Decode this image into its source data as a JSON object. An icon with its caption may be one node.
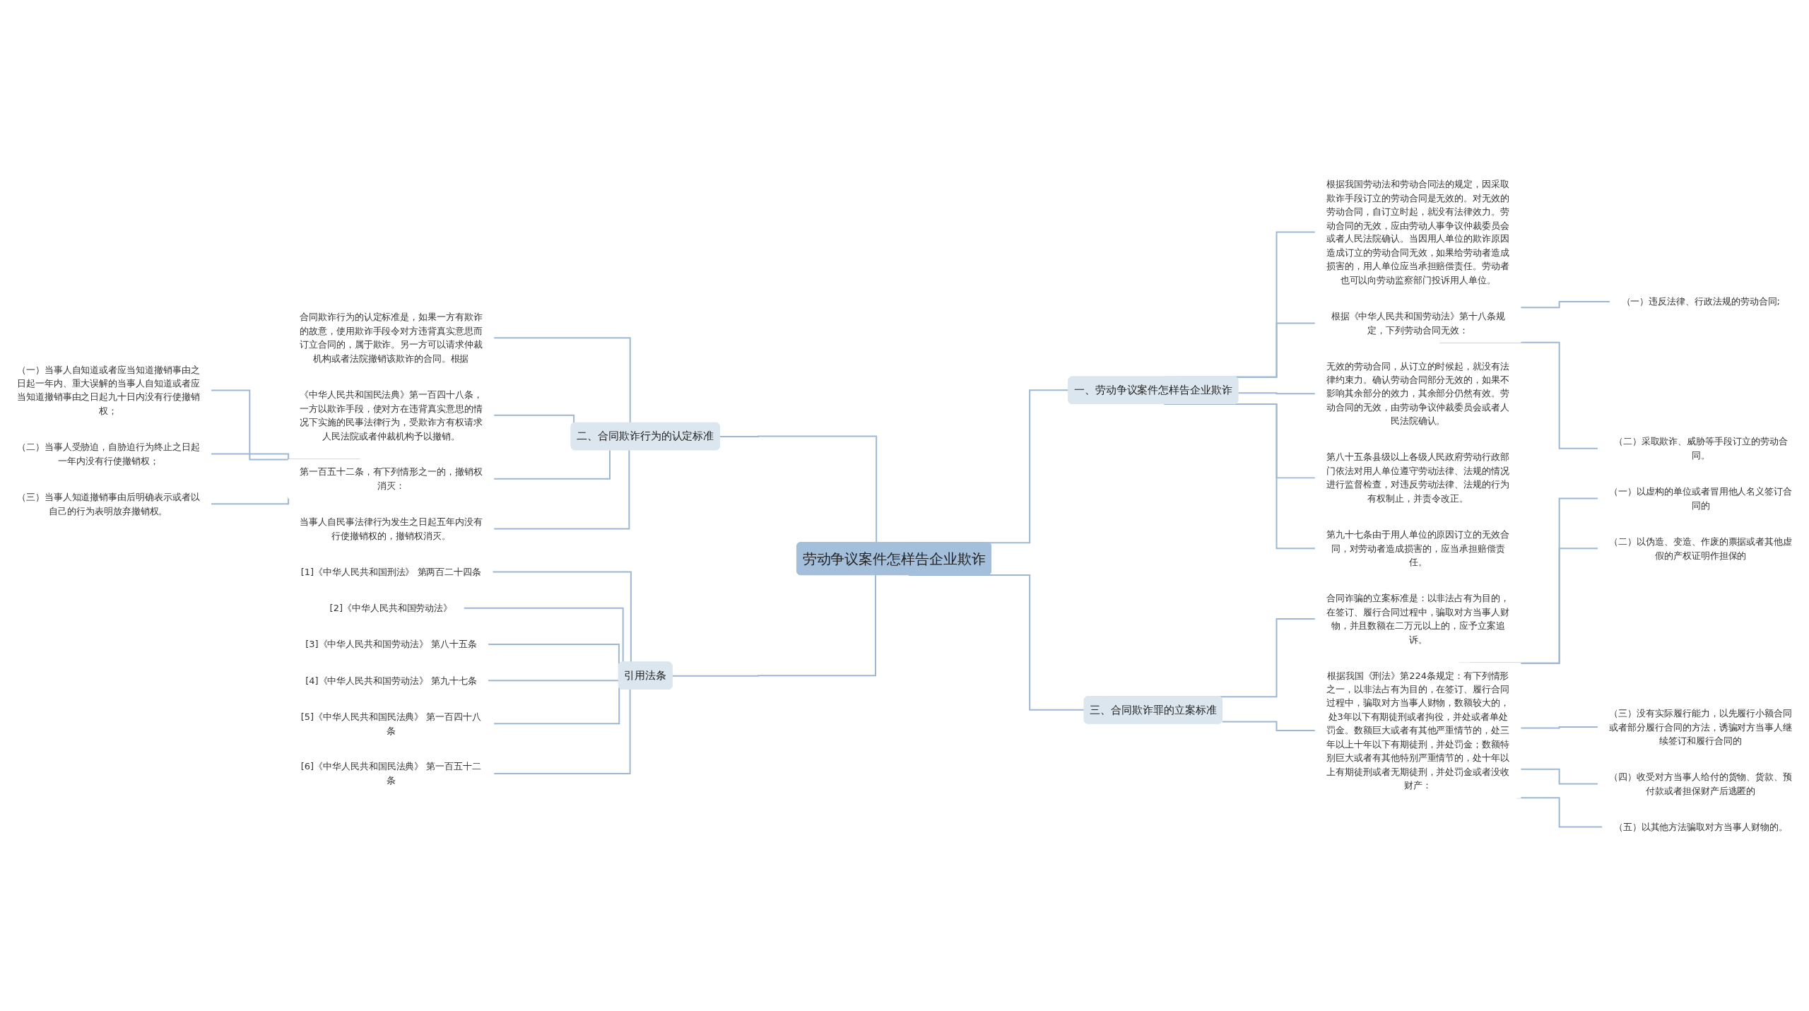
{
  "diagram": {
    "nodes": [
      {
        "text": [
          "劳动争议案件怎样告企业欺诈"
        ]
      },
      {
        "text": [
          "一、劳动争议案件怎样告企业欺诈"
        ]
      },
      {
        "text": [
          "根据我国劳动法和劳动合同法的规定，因采取欺诈手段订立的劳动合同是无效的。对无效的劳动合同，自订立时起，就没有法律效力。劳动合同的无效，应由劳动人事争议仲裁委员会或者人民法院确认。当因用人单位的欺诈原因造成订立的劳动合同无效，如果给劳动者造成损害的，用人单位应当承担赔偿责任。劳动者也可以向劳动监察部门投诉用人单位。"
        ]
      },
      {
        "text": [
          "根据《中华人民共和国劳动法》第十八条规定，下列劳动合同无效："
        ]
      },
      {
        "text": [
          "（一）违反法律、行政法规的劳动合同;"
        ]
      },
      {
        "text": [
          "（二）采取欺诈、威胁等手段订立的劳动合同。"
        ]
      },
      {
        "text": [
          "无效的劳动合同，从订立的时候起，就没有法律约束力。确认劳动合同部分无效的，如果不影响其余部分的效力，其余部分仍然有效。劳动合同的无效，由劳动争议仲裁委员会或者人民法院确认。"
        ]
      },
      {
        "text": [
          "第八十五条县级以上各级人民政府劳动行政部门依法对用人单位遵守劳动法律、法规的情况进行监督检查，对违反劳动法律、法规的行为有权制止，并责令改正。"
        ]
      },
      {
        "text": [
          "第九十七条由于用人单位的原因订立的无效合同，对劳动者造成损害的，应当承担赔偿责任。"
        ]
      },
      {
        "text": [
          "二、合同欺诈行为的认定标准"
        ]
      },
      {
        "text": [
          "合同欺诈行为的认定标准是，如果一方有欺诈的故意，使用欺诈手段令对方违背真实意思而订立合同的，属于欺诈。另一方可以请求仲裁机构或者法院撤销该欺诈的合同。根据"
        ]
      },
      {
        "text": [
          "《中华人民共和国民法典》第一百四十八条，一方以欺诈手段，使对方在违背真实意思的情况下实施的民事法律行为，受欺诈方有权请求人民法院或者仲裁机构予以撤销。"
        ]
      },
      {
        "text": [
          "第一百五十二条，有下列情形之一的，撤销权消灭："
        ]
      },
      {
        "text": [
          "（一）当事人自知道或者应当知道撤销事由之日起一年内、重大误解的当事人自知道或者应当知道撤销事由之日起九十日内没有行使撤销权；"
        ]
      },
      {
        "text": [
          "（二）当事人受胁迫，自胁迫行为终止之日起一年内没有行使撤销权；"
        ]
      },
      {
        "text": [
          "（三）当事人知道撤销事由后明确表示或者以自己的行为表明放弃撤销权。"
        ]
      },
      {
        "text": [
          "当事人自民事法律行为发生之日起五年内没有行使撤销权的，撤销权消灭。"
        ]
      },
      {
        "text": [
          "三、合同欺诈罪的立案标准"
        ]
      },
      {
        "text": [
          "合同诈骗的立案标准是：以非法占有为目的，在签订、履行合同过程中，骗取对方当事人财物，并且数额在二万元以上的，应予立案追诉。"
        ]
      },
      {
        "text": [
          "根据我国《刑法》第224条规定：有下列情形之一，以非法占有为目的，在签订、履行合同过程中，骗取对方当事人财物，数额较大的，处3年以下有期徒刑或者拘役，并处或者单处罚金。数额巨大或者有其他严重情节的，处三年以上十年以下有期徒刑，并处罚金；数额特别巨大或者有其他特别严重情节的，处十年以上有期徒刑或者无期徒刑，并处罚金或者没收财产："
        ]
      },
      {
        "text": [
          "（一）以虚构的单位或者冒用他人名义签订合同的"
        ]
      },
      {
        "text": [
          "（二）以伪造、变造、作废的票据或者其他虚假的产权证明作担保的"
        ]
      },
      {
        "text": [
          "（三）没有实际履行能力，以先履行小额合同或者部分履行合同的方法，诱骗对方当事人继续签订和履行合同的"
        ]
      },
      {
        "text": [
          "（四）收受对方当事人给付的货物、货款、预付款或者担保财产后逃匿的"
        ]
      },
      {
        "text": [
          "（五）以其他方法骗取对方当事人财物的。"
        ]
      },
      {
        "text": [
          "引用法条"
        ]
      },
      {
        "text": [
          "[1]《中华人民共和国刑法》 第两百二十四条"
        ]
      },
      {
        "text": [
          "[2]《中华人民共和国劳动法》"
        ]
      },
      {
        "text": [
          "[3]《中华人民共和国劳动法》 第八十五条"
        ]
      },
      {
        "text": [
          "[4]《中华人民共和国劳动法》 第九十七条"
        ]
      },
      {
        "text": [
          "[5]《中华人民共和国民法典》 第一百四十八条"
        ]
      },
      {
        "text": [
          "[6]《中华人民共和国民法典》 第一百五十二条"
        ]
      }
    ],
    "edges": [
      {
        "from": 0,
        "to": 1,
        "arrow": "none"
      },
      {
        "from": 1,
        "to": 2,
        "arrow": "none"
      },
      {
        "from": 1,
        "to": 3,
        "arrow": "none"
      },
      {
        "from": 3,
        "to": 4,
        "arrow": "none"
      },
      {
        "from": 3,
        "to": 5,
        "arrow": "none"
      },
      {
        "from": 1,
        "to": 6,
        "arrow": "none"
      },
      {
        "from": 1,
        "to": 7,
        "arrow": "none"
      },
      {
        "from": 1,
        "to": 8,
        "arrow": "none"
      },
      {
        "from": 9,
        "to": 0,
        "arrow": "none"
      },
      {
        "from": 10,
        "to": 9,
        "arrow": "none"
      },
      {
        "from": 11,
        "to": 9,
        "arrow": "none"
      },
      {
        "from": 12,
        "to": 9,
        "arrow": "none"
      },
      {
        "from": 13,
        "to": 12,
        "arrow": "none"
      },
      {
        "from": 14,
        "to": 12,
        "arrow": "none"
      },
      {
        "from": 15,
        "to": 12,
        "arrow": "none"
      },
      {
        "from": 16,
        "to": 9,
        "arrow": "none"
      },
      {
        "from": 0,
        "to": 17,
        "arrow": "none"
      },
      {
        "from": 17,
        "to": 18,
        "arrow": "none"
      },
      {
        "from": 17,
        "to": 19,
        "arrow": "none"
      },
      {
        "from": 19,
        "to": 20,
        "arrow": "none"
      },
      {
        "from": 19,
        "to": 21,
        "arrow": "none"
      },
      {
        "from": 19,
        "to": 22,
        "arrow": "none"
      },
      {
        "from": 19,
        "to": 23,
        "arrow": "none"
      },
      {
        "from": 19,
        "to": 24,
        "arrow": "none"
      },
      {
        "from": 25,
        "to": 0,
        "arrow": "none"
      },
      {
        "from": 26,
        "to": 25,
        "arrow": "none"
      },
      {
        "from": 27,
        "to": 25,
        "arrow": "none"
      },
      {
        "from": 28,
        "to": 25,
        "arrow": "none"
      },
      {
        "from": 29,
        "to": 25,
        "arrow": "none"
      },
      {
        "from": 30,
        "to": 25,
        "arrow": "none"
      },
      {
        "from": 31,
        "to": 25,
        "arrow": "none"
      }
    ]
  }
}
